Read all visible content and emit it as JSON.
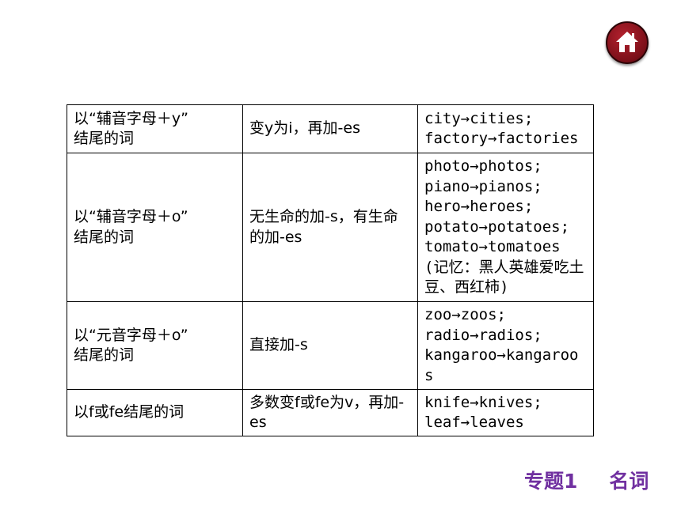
{
  "colors": {
    "home_button": "#8b1520",
    "footer_text": "#7030a0",
    "border": "#000000"
  },
  "icons": {
    "home": "home-icon"
  },
  "table": {
    "rows": [
      {
        "rule": "以“辅音字母＋y”\n结尾的词",
        "method": "变y为i，再加-es",
        "examples": "city→cities;\nfactory→factories"
      },
      {
        "rule": "以“辅音字母＋o”\n结尾的词",
        "method": "无生命的加-s，有生命的加-es",
        "examples": "photo→photos;\npiano→pianos;\nhero→heroes;\npotato→potatoes;\ntomato→tomatoes\n(记忆：黑人英雄爱吃土豆、西红柿)"
      },
      {
        "rule": "以“元音字母＋o”\n结尾的词",
        "method": "直接加-s",
        "examples": "zoo→zoos;\nradio→radios;\nkangaroo→kangaroos"
      },
      {
        "rule": "以f或fe结尾的词",
        "method": "多数变f或fe为v，再加-es",
        "examples": "knife→knives;\nleaf→leaves"
      }
    ]
  },
  "footer": {
    "topic_number": "专题1",
    "topic_name": "名词"
  }
}
